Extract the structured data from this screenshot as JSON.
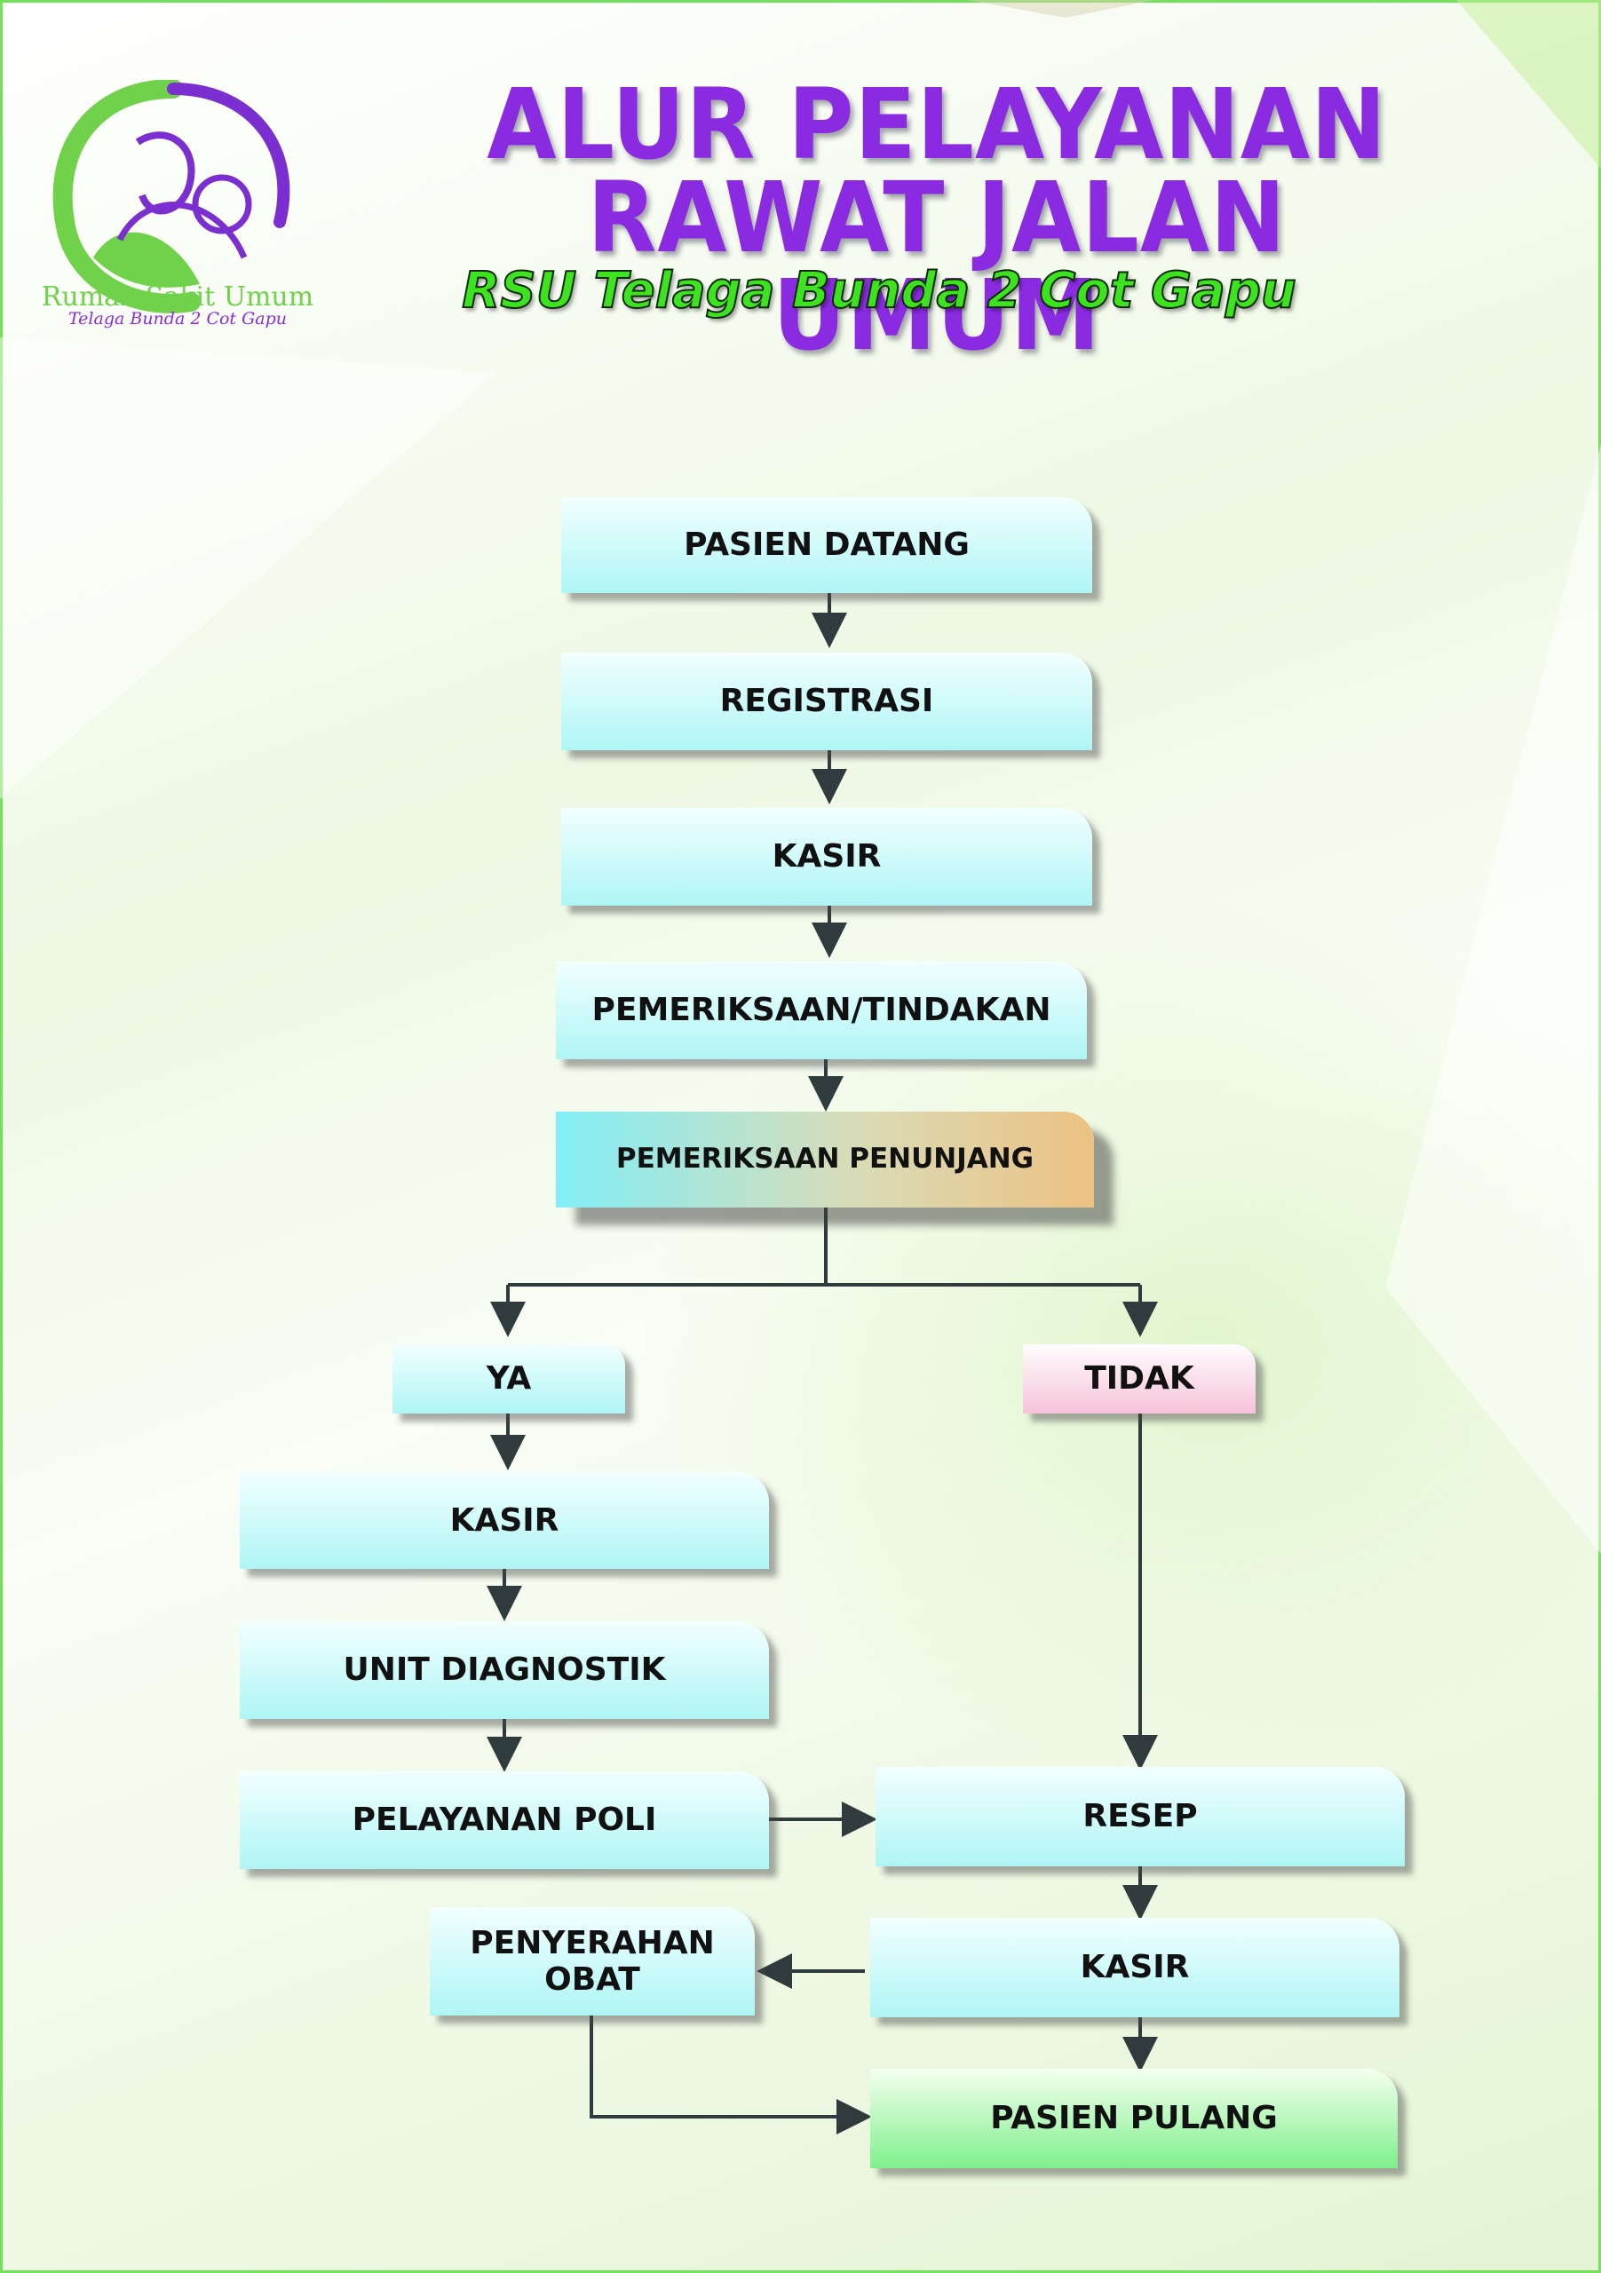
{
  "header": {
    "title_line1": "ALUR PELAYANAN",
    "title_line2": "RAWAT JALAN UMUM",
    "subtitle": "RSU Telaga Bunda 2 Cot Gapu"
  },
  "logo": {
    "name": "Rumah Sakit Umum",
    "sub": "Telaga Bunda 2 Cot Gapu"
  },
  "flow": {
    "pasien_datang": "PASIEN DATANG",
    "registrasi": "REGISTRASI",
    "kasir1": "KASIR",
    "pemeriksaan_tindakan": "PEMERIKSAAN/TINDAKAN",
    "pemeriksaan_penunjang": "PEMERIKSAAN PENUNJANG",
    "ya": "YA",
    "tidak": "TIDAK",
    "kasir2": "KASIR",
    "unit_diagnostik": "UNIT DIAGNOSTIK",
    "pelayanan_poli": "PELAYANAN POLI",
    "resep": "RESEP",
    "kasir3": "KASIR",
    "penyerahan_obat_line1": "PENYERAHAN",
    "penyerahan_obat_line2": "OBAT",
    "pasien_pulang": "PASIEN PULANG"
  },
  "colors": {
    "title": "#8a2be2",
    "subtitle": "#3de31e",
    "box": "#aff5f6",
    "arrow": "#2f3b3d",
    "border": "#72e05a"
  }
}
